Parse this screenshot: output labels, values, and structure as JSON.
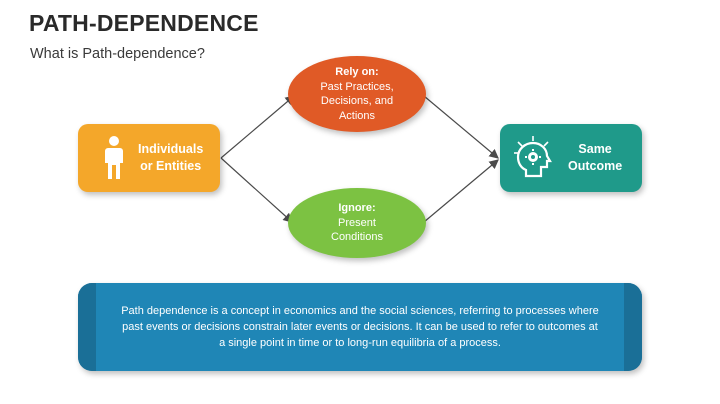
{
  "header": {
    "title": "PATH-DEPENDENCE",
    "subtitle": "What is Path-dependence?"
  },
  "nodes": {
    "individuals": {
      "line1": "Individuals",
      "line2": "or Entities",
      "icon": "person-icon"
    },
    "rely": {
      "heading": "Rely on:",
      "line1": "Past Practices,",
      "line2": "Decisions, and",
      "line3": "Actions"
    },
    "ignore": {
      "heading": "Ignore:",
      "line1": "Present",
      "line2": "Conditions"
    },
    "outcome": {
      "line1": "Same",
      "line2": "Outcome",
      "icon": "head-gear-icon"
    }
  },
  "description": "Path dependence is a concept in economics and the social sciences, referring to processes where past events or decisions constrain later events or decisions. It can be used to refer to outcomes at a single point in time or to long-run equilibria of a process.",
  "colors": {
    "orange": "#f4a72a",
    "red": "#e05a26",
    "green": "#7cc242",
    "teal": "#1f9a8a",
    "blue": "#1f86b6"
  }
}
